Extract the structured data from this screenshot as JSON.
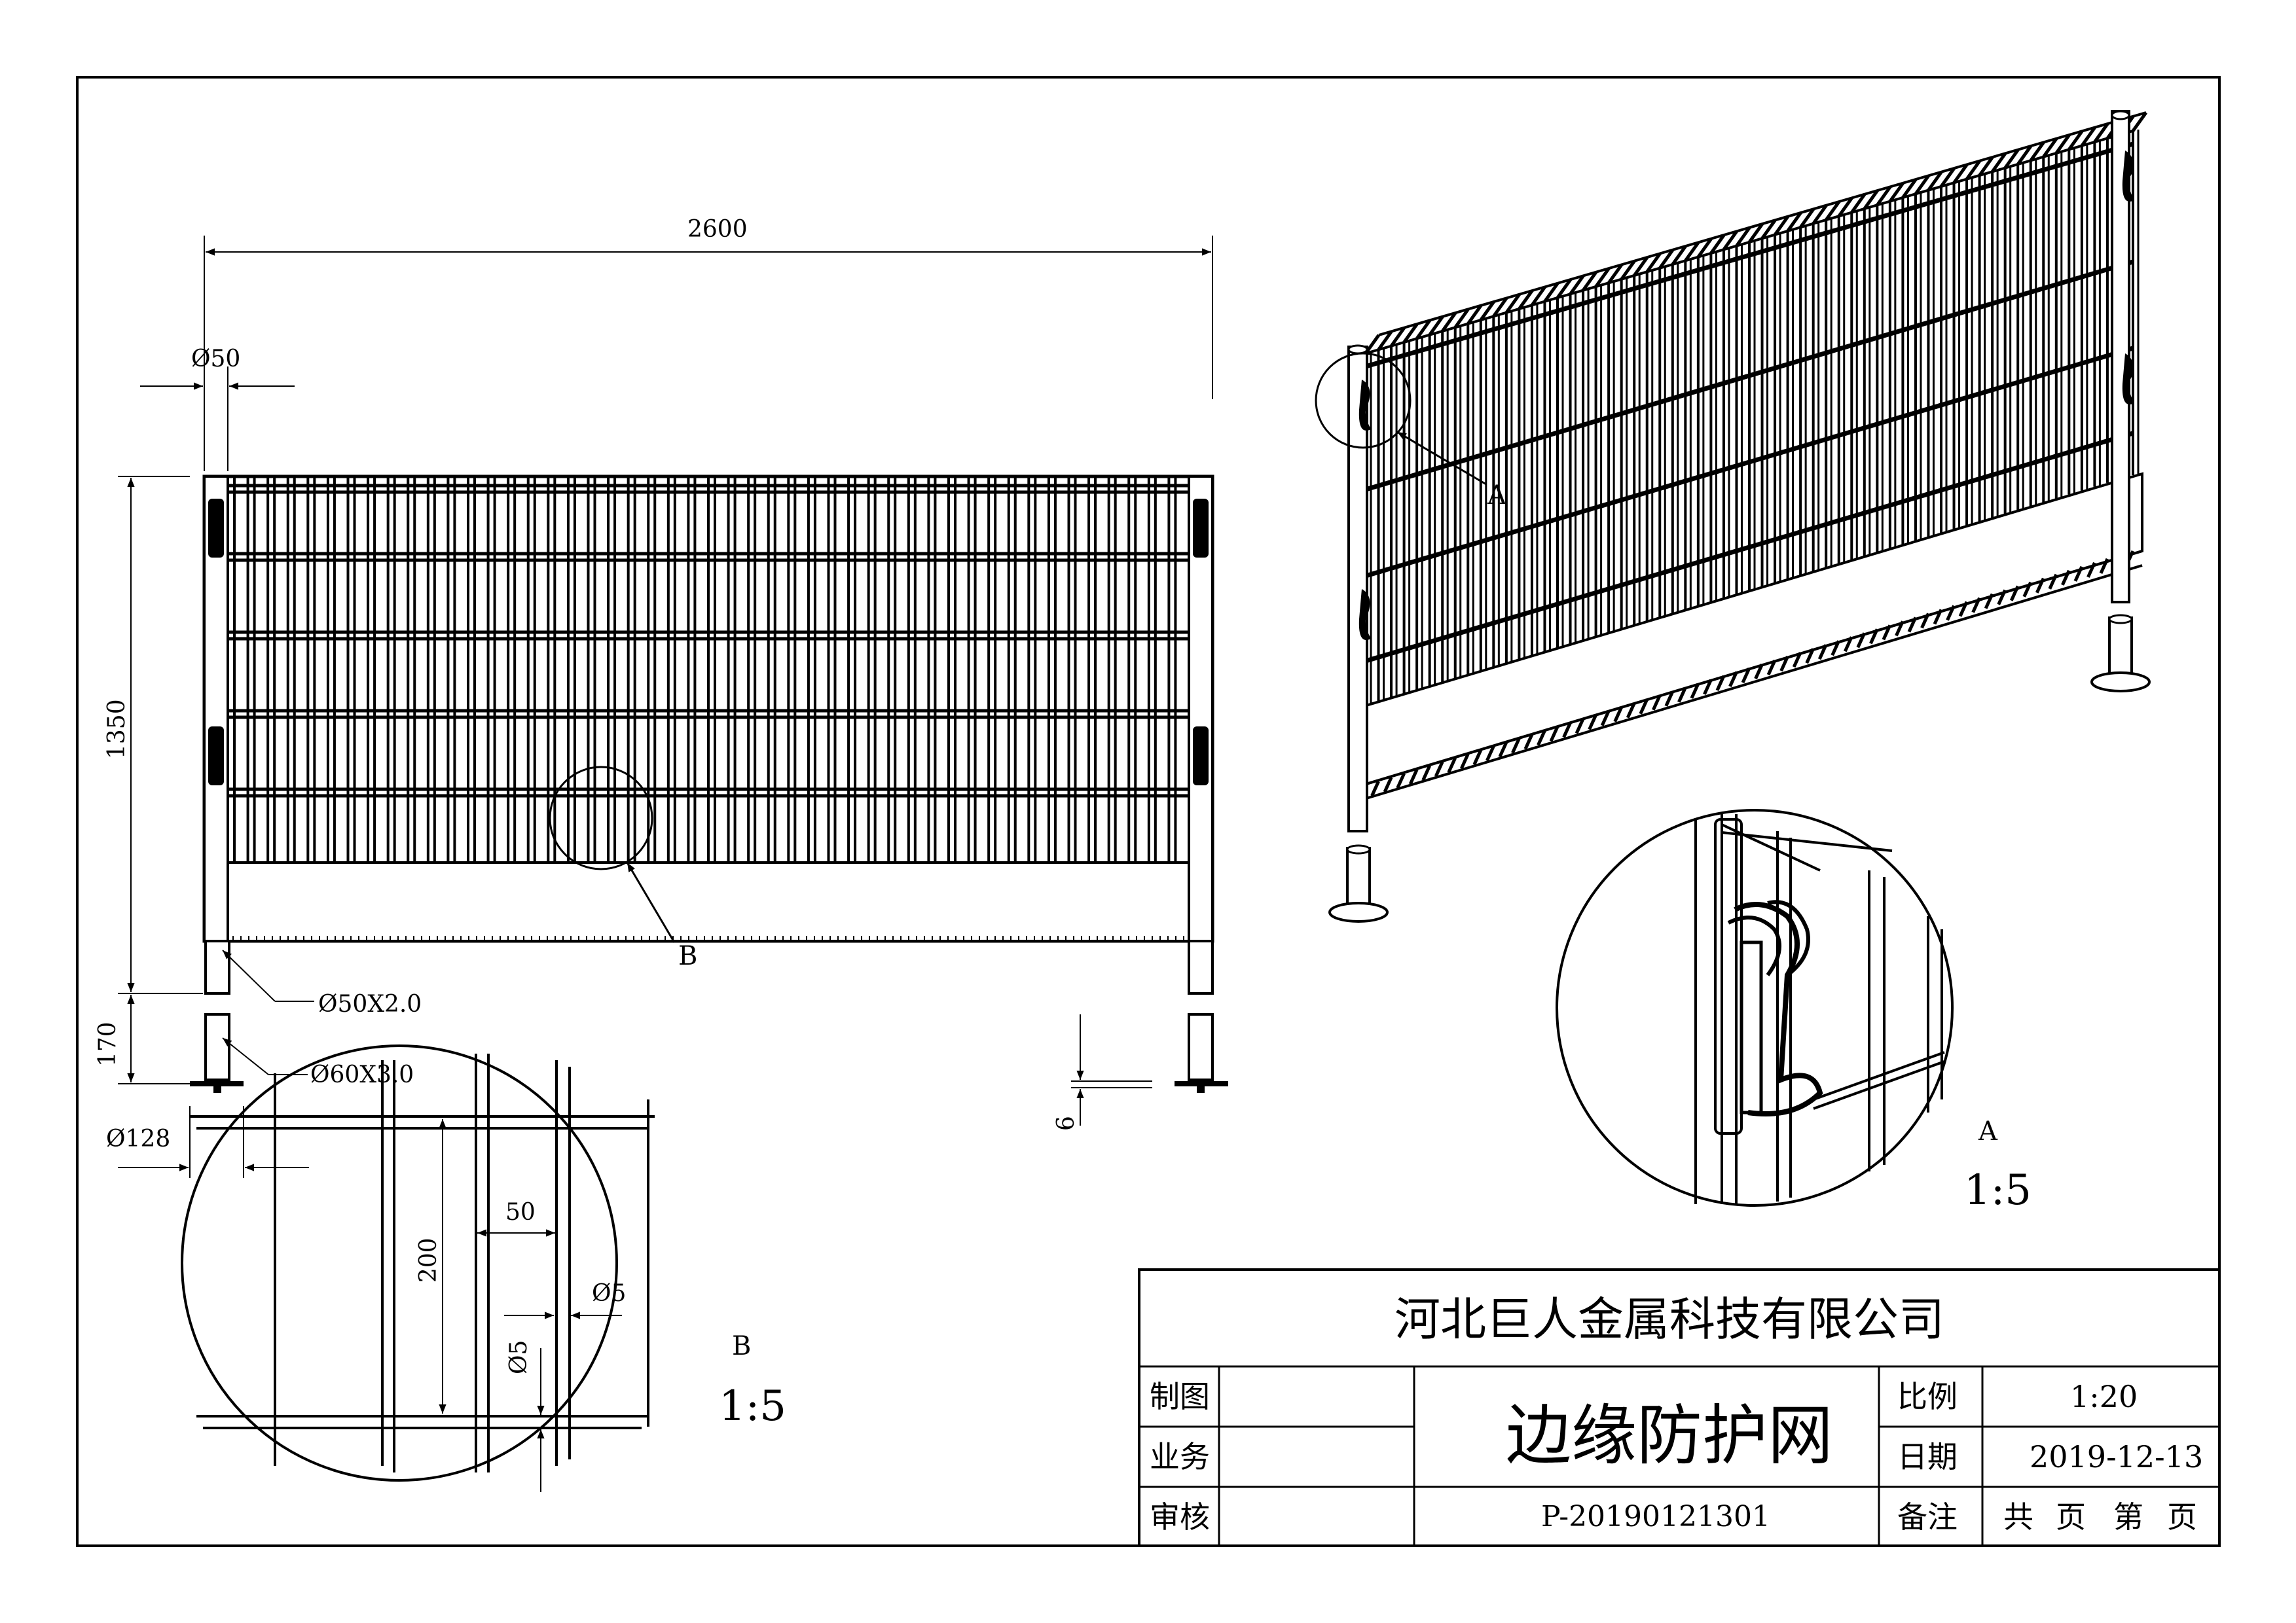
{
  "front_view": {
    "dim_length": "2600",
    "dim_post_dia": "Ø50",
    "dim_height": "1350",
    "dim_post_gap": "170",
    "dim_base_dia": "Ø128",
    "post_spec": "Ø50X2.0",
    "base_tube_spec": "Ø60X3.0",
    "dim_base_plate": "6",
    "detail_b_marker": "B"
  },
  "detail_b": {
    "dim_mesh_height": "200",
    "dim_mesh_width": "50",
    "dim_wire_h": "Ø5",
    "dim_wire_v": "Ø5",
    "label": "B",
    "scale": "1:5"
  },
  "iso_view": {
    "detail_a_marker": "A"
  },
  "detail_a": {
    "label": "A",
    "scale": "1:5"
  },
  "title_block": {
    "company": "河北巨人金属科技有限公司",
    "title": "边缘防护网",
    "drawn_label": "制图",
    "business_label": "业务",
    "review_label": "审核",
    "scale_label": "比例",
    "scale_value": "1:20",
    "date_label": "日期",
    "date_value": "2019-12-13",
    "notes_label": "备注",
    "drawing_number": "P-20190121301",
    "sheet_total": "共",
    "page_unit_1": "页",
    "sheet_no": "第",
    "page_unit_2": "页"
  }
}
